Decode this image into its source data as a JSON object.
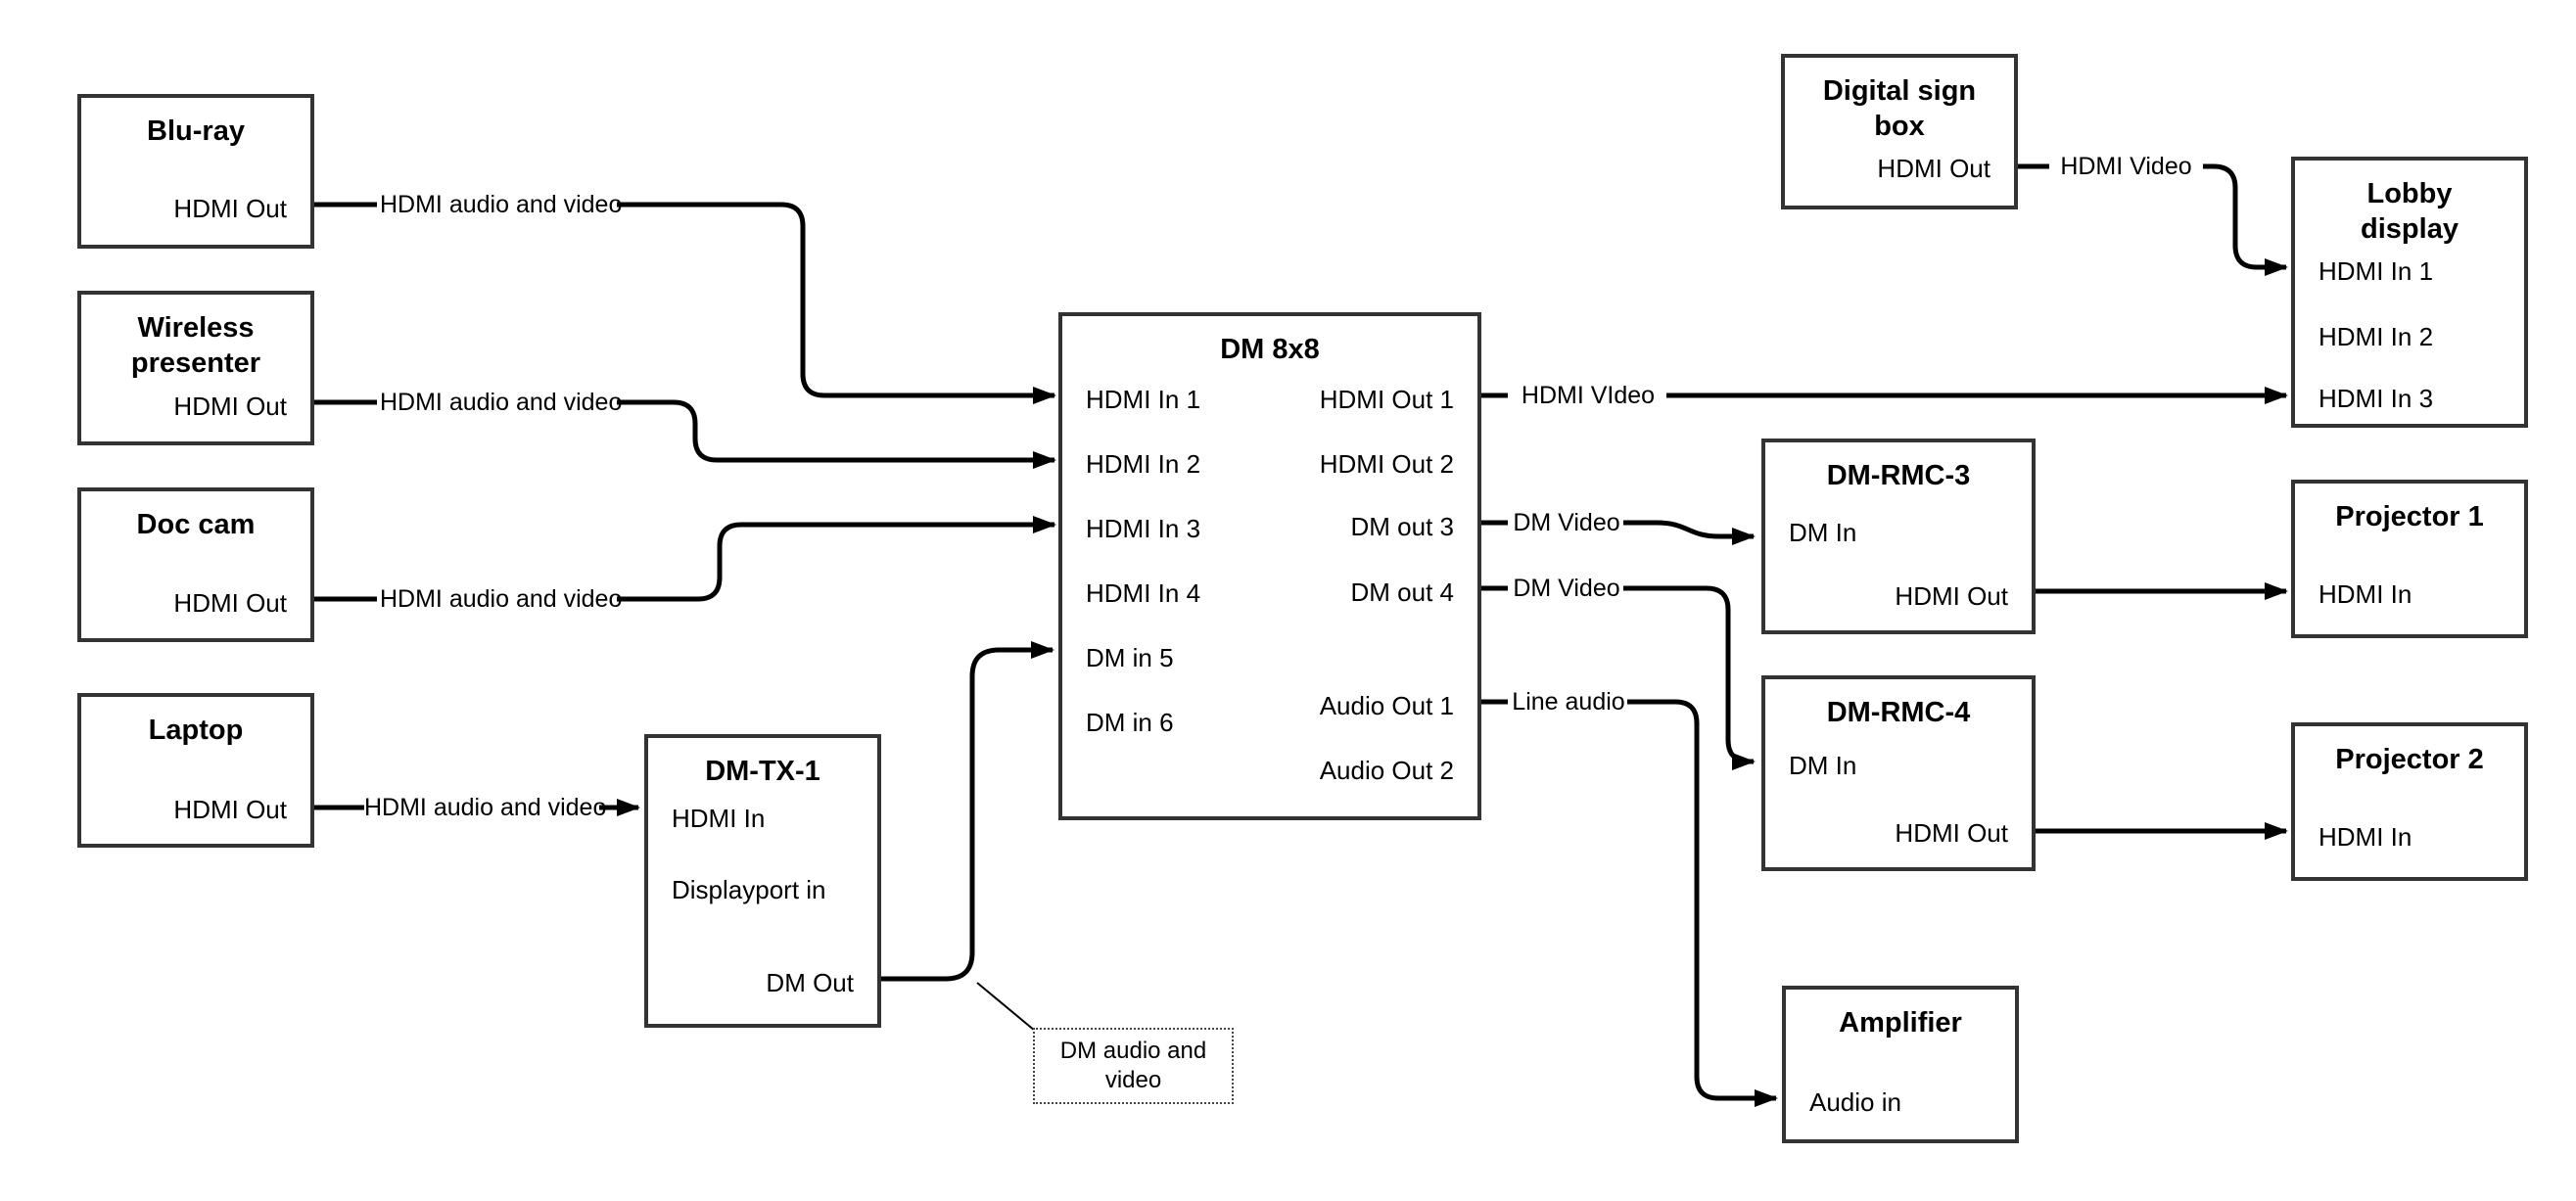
{
  "diagram": {
    "colors": {
      "background": "#ffffff",
      "line": "#000000",
      "box_border": "#333333"
    },
    "nodes": {
      "bluray": {
        "title": "Blu-ray",
        "ports": {
          "hdmi_out": "HDMI Out"
        }
      },
      "wireless": {
        "title": "Wireless presenter",
        "ports": {
          "hdmi_out": "HDMI Out"
        }
      },
      "doccam": {
        "title": "Doc cam",
        "ports": {
          "hdmi_out": "HDMI Out"
        }
      },
      "laptop": {
        "title": "Laptop",
        "ports": {
          "hdmi_out": "HDMI Out"
        }
      },
      "dmtx1": {
        "title": "DM-TX-1",
        "ports": {
          "hdmi_in": "HDMI In",
          "displayport_in": "Displayport in",
          "dm_out": "DM Out"
        }
      },
      "dm8x8": {
        "title": "DM 8x8",
        "ports": {
          "hdmi_in_1": "HDMI In 1",
          "hdmi_in_2": "HDMI In 2",
          "hdmi_in_3": "HDMI In 3",
          "hdmi_in_4": "HDMI In 4",
          "dm_in_5": "DM in 5",
          "dm_in_6": "DM in 6",
          "hdmi_out_1": "HDMI Out 1",
          "hdmi_out_2": "HDMI Out 2",
          "dm_out_3": "DM out 3",
          "dm_out_4": "DM out 4",
          "audio_out_1": "Audio Out 1",
          "audio_out_2": "Audio Out 2"
        }
      },
      "sign": {
        "title": "Digital sign box",
        "ports": {
          "hdmi_out": "HDMI Out"
        }
      },
      "lobby": {
        "title": "Lobby display",
        "ports": {
          "hdmi_in_1": "HDMI In 1",
          "hdmi_in_2": "HDMI In 2",
          "hdmi_in_3": "HDMI In 3"
        }
      },
      "rmc3": {
        "title": "DM-RMC-3",
        "ports": {
          "dm_in": "DM In",
          "hdmi_out": "HDMI Out"
        }
      },
      "proj1": {
        "title": "Projector 1",
        "ports": {
          "hdmi_in": "HDMI In"
        }
      },
      "rmc4": {
        "title": "DM-RMC-4",
        "ports": {
          "dm_in": "DM In",
          "hdmi_out": "HDMI Out"
        }
      },
      "proj2": {
        "title": "Projector 2",
        "ports": {
          "hdmi_in": "HDMI In"
        }
      },
      "amp": {
        "title": "Amplifier",
        "ports": {
          "audio_in": "Audio in"
        }
      }
    },
    "edge_labels": {
      "bluray_to_dm8x8": "HDMI audio and video",
      "wireless_to_dm8x8": "HDMI audio and video",
      "doccam_to_dm8x8": "HDMI audio and video",
      "laptop_to_dmtx1": "HDMI audio and video",
      "hdmi_out_1_to_lobby": "HDMI VIdeo",
      "dm_out_3_to_rmc3": "DM Video",
      "dm_out_4_to_rmc4": "DM Video",
      "audio_out_1_to_amp": "Line audio",
      "sign_to_lobby": "HDMI Video",
      "dm_out_callout": "DM audio and video"
    }
  }
}
